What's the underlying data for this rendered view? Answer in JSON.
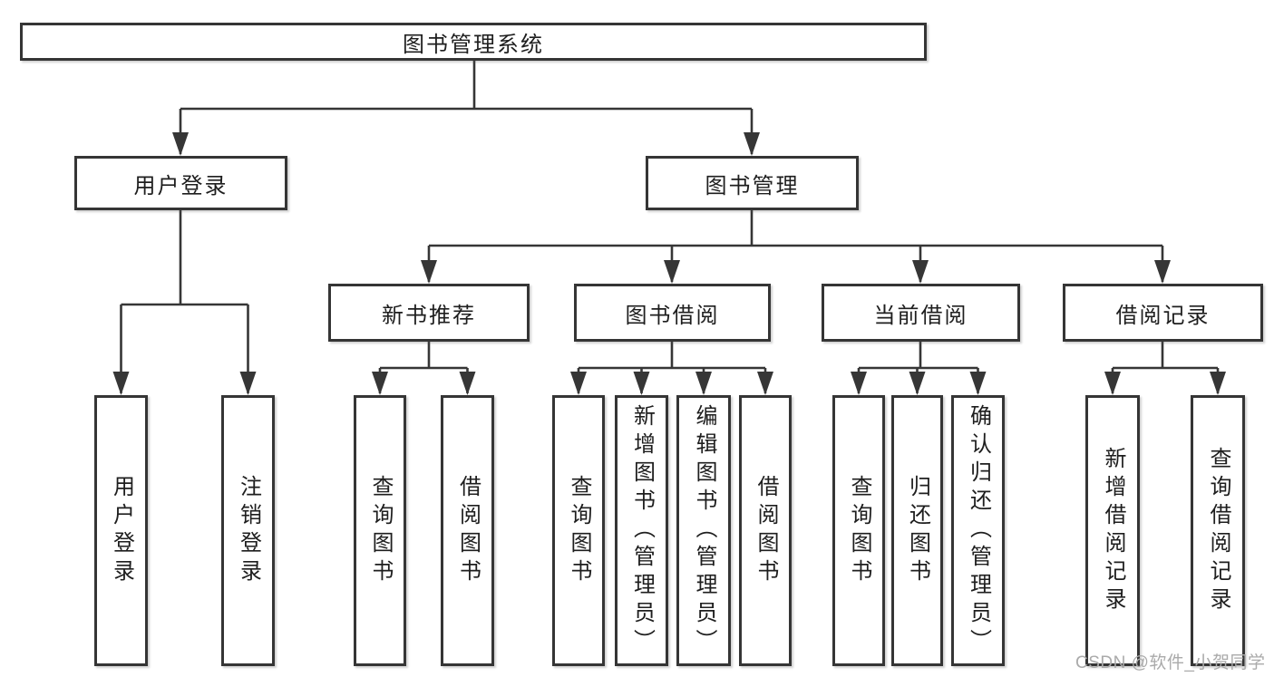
{
  "diagram": {
    "root": {
      "label": "图书管理系统"
    },
    "branches": {
      "user_login": {
        "label": "用户登录",
        "children": [
          {
            "label": "用户登录"
          },
          {
            "label": "注销登录"
          }
        ]
      },
      "book_management": {
        "label": "图书管理",
        "children": [
          {
            "label": "新书推荐",
            "children": [
              {
                "label": "查询图书"
              },
              {
                "label": "借阅图书"
              }
            ]
          },
          {
            "label": "图书借阅",
            "children": [
              {
                "label": "查询图书"
              },
              {
                "label": "新增图书（管理员）"
              },
              {
                "label": "编辑图书（管理员）"
              },
              {
                "label": "借阅图书"
              }
            ]
          },
          {
            "label": "当前借阅",
            "children": [
              {
                "label": "查询图书"
              },
              {
                "label": "归还图书"
              },
              {
                "label": "确认归还（管理员）"
              }
            ]
          },
          {
            "label": "借阅记录",
            "children": [
              {
                "label": "新增借阅记录"
              },
              {
                "label": "查询借阅记录"
              }
            ]
          }
        ]
      }
    }
  },
  "watermark": {
    "text": "CSDN @软件_小贺同学"
  },
  "colors": {
    "line": "#363636",
    "box_border": "#353535",
    "text": "#1e1e1e",
    "watermark": "#aaaaaa",
    "background": "#ffffff"
  }
}
